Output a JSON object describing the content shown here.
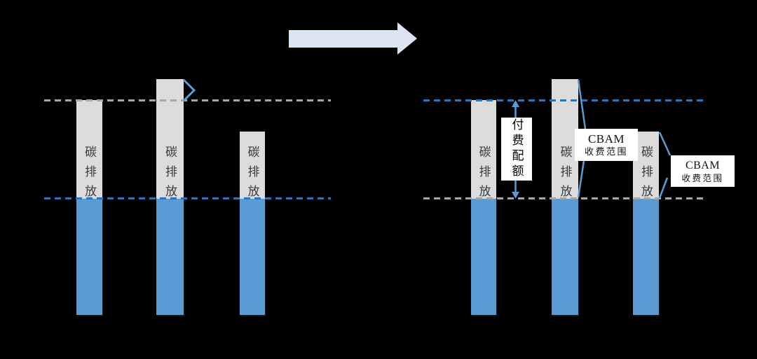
{
  "labels": {
    "emission_bar": "碳排放",
    "paid_quota": "付费配额",
    "cbam_scope_line1": "CBAM",
    "cbam_scope_line2": "收费范围"
  },
  "colors": {
    "background": "#000000",
    "bar_blue": "#5B9BD5",
    "bar_gray": "#DCDCDC",
    "dash_blue": "#2E75B6",
    "dash_gray": "#A6A6A6",
    "connector_blue": "#5B9BD5",
    "big_arrow_fill": "#DBE5F1",
    "bar_text": "#3A3A3A",
    "label_text": "#111111"
  },
  "chart_data": {
    "type": "diagram-bars",
    "description_visible_structure": {
      "quota_lines": [
        "upper dashed line (gray on left group, blue on right group)",
        "lower dashed line (blue on left group, gray on right group)"
      ],
      "groups": [
        {
          "side": "left (before)",
          "bars": [
            {
              "label": "碳排放",
              "gray_top": "at upper dashed line"
            },
            {
              "label": "碳排放",
              "gray_top": "above upper dashed line",
              "marker": "blue chevron bracket on excess"
            },
            {
              "label": "碳排放",
              "gray_top": "below upper dashed line"
            }
          ]
        },
        {
          "side": "right (after)",
          "bars": [
            {
              "label": "碳排放",
              "gray_top": "at upper dashed line",
              "annotation": "付费配额 double-headed arrow between the two dashed lines"
            },
            {
              "label": "碳排放",
              "gray_top": "above upper dashed line",
              "annotation": "CBAM 收费范围 callout bracketing gray segment"
            },
            {
              "label": "碳排放",
              "gray_top": "below upper dashed line",
              "annotation": "CBAM 收费范围 callout bracketing gray segment"
            }
          ]
        }
      ]
    }
  }
}
